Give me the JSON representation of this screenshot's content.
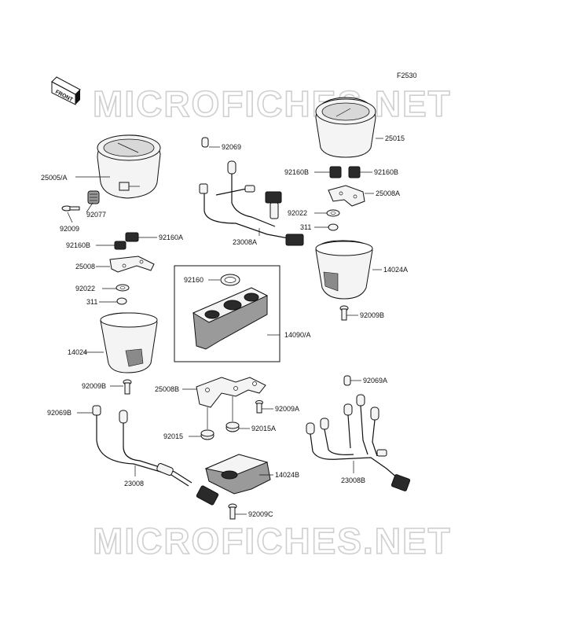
{
  "figure_code": "F2530",
  "front_badge": "FRONT",
  "watermark": "MICROFICHES.NET",
  "labels": {
    "l25005A": "25005/A",
    "l92077": "92077",
    "l92009": "92009",
    "l92160B_left": "92160B",
    "l92160A": "92160A",
    "l25008": "25008",
    "l92022_left": "92022",
    "l311_left": "311",
    "l14024": "14024",
    "l92009B_left": "92009B",
    "l92069B": "92069B",
    "l23008": "23008",
    "l92069": "92069",
    "l23008A": "23008A",
    "l92160": "92160",
    "l14090A": "14090/A",
    "l25015": "25015",
    "l92160B_r1": "92160B",
    "l92160B_r2": "92160B",
    "l25008A": "25008A",
    "l92022_right": "92022",
    "l311_right": "311",
    "l14024A": "14024A",
    "l92009B_right": "92009B",
    "l25008B": "25008B",
    "l92009A": "92009A",
    "l92015": "92015",
    "l92015A": "92015A",
    "l14024B": "14024B",
    "l92009C": "92009C",
    "l92069A": "92069A",
    "l23008B": "23008B"
  }
}
